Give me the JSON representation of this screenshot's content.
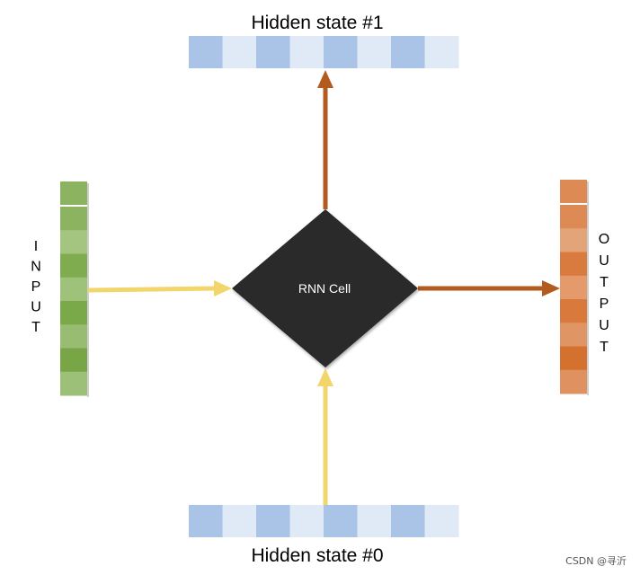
{
  "hidden_state_top": {
    "label": "Hidden state #1",
    "segments": [
      "#a9c4e6",
      "#e0e9f6",
      "#a9c4e6",
      "#e0e9f6",
      "#a9c4e6",
      "#e0e9f6",
      "#a9c4e6",
      "#e0e9f6"
    ]
  },
  "hidden_state_bottom": {
    "label": "Hidden state #0",
    "segments": [
      "#a9c4e6",
      "#e0e9f6",
      "#a9c4e6",
      "#e0e9f6",
      "#a9c4e6",
      "#e0e9f6",
      "#a9c4e6",
      "#e0e9f6"
    ]
  },
  "input_vector": {
    "letters": [
      "I",
      "N",
      "P",
      "U",
      "T"
    ],
    "segments": [
      "#8cb460",
      "#a3c57f",
      "#7fac4f",
      "#9fc27a",
      "#7aa94a",
      "#98bd72",
      "#78a647",
      "#9cc078"
    ]
  },
  "output_vector": {
    "letters": [
      "O",
      "U",
      "T",
      "P",
      "U",
      "T"
    ],
    "segments": [
      "#dd8a55",
      "#e4a47a",
      "#d97a3e",
      "#e49a6a",
      "#d9793c",
      "#e09565",
      "#d5712f",
      "#df9160"
    ]
  },
  "rnn_cell": {
    "label": "RNN Cell",
    "color": "#2b2b2b"
  },
  "arrows": {
    "input_color": "#f2d56b",
    "output_color": "#b35a1f"
  },
  "watermark": "CSDN @寻沂"
}
